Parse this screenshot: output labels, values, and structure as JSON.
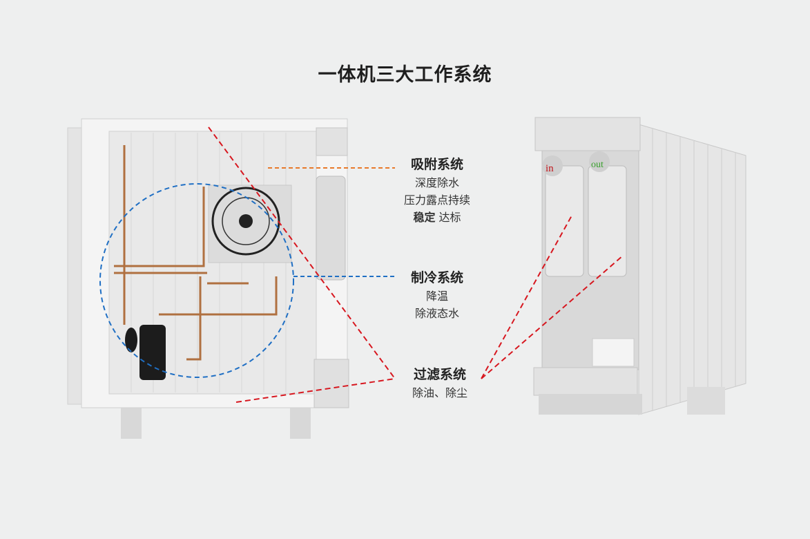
{
  "title": "一体机三大工作系统",
  "systems": [
    {
      "name": "吸附系统",
      "lines": [
        "深度除水",
        "压力露点持续"
      ],
      "bold": "稳定",
      "rest": "达标",
      "color": "#e8792a"
    },
    {
      "name": "制冷系统",
      "lines": [
        "降温",
        "除液态水"
      ],
      "color": "#1f6fc4"
    },
    {
      "name": "过滤系统",
      "lines": [
        "除油、除尘"
      ],
      "color": "#d7171f"
    }
  ],
  "tower_labels": {
    "in": "in",
    "out": "out"
  }
}
